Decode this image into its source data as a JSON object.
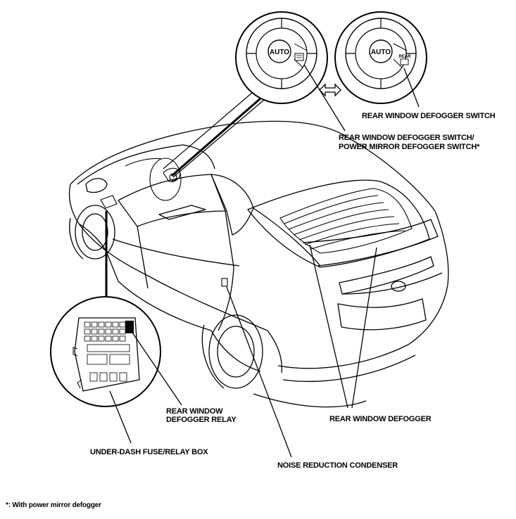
{
  "switch_a": {
    "center_label": "AUTO"
  },
  "switch_b": {
    "center_label": "AUTO",
    "button_label": "REAR"
  },
  "labels": {
    "rear_defogger_switch": "REAR WINDOW DEFOGGER SWITCH",
    "combo_switch_line1": "REAR WINDOW DEFOGGER SWITCH/",
    "combo_switch_line2": "POWER MIRROR DEFOGGER SWITCH*",
    "relay_line1": "REAR WINDOW",
    "relay_line2": "DEFOGGER RELAY",
    "fuse_box": "UNDER-DASH FUSE/RELAY BOX",
    "rear_defogger": "REAR WINDOW DEFOGGER",
    "noise_condenser": "NOISE REDUCTION CONDENSER"
  },
  "footnote": "*: With power mirror defogger"
}
